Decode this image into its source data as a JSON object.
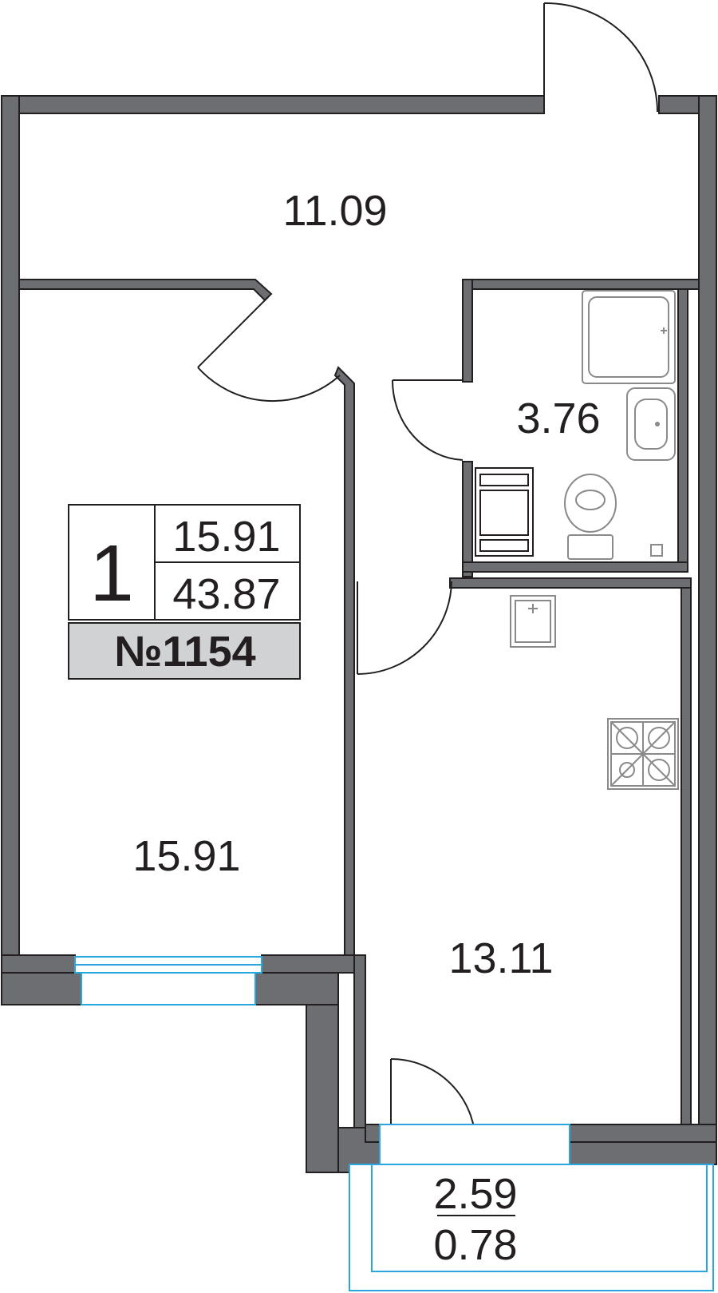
{
  "rooms": {
    "hall": "11.09",
    "bathroom": "3.76",
    "bedroom": "15.91",
    "kitchen": "13.11",
    "balcony_total": "2.59",
    "balcony_reduced": "0.78"
  },
  "info_box": {
    "rooms_count": "1",
    "living_area": "15.91",
    "total_area": "43.87",
    "apartment_number": "№1154"
  },
  "colors": {
    "wall": "#6d6e71",
    "outline": "#231f20",
    "fixture": "#8a8a8a",
    "window": "#29a8e0",
    "badge": "#d1d2d4"
  }
}
